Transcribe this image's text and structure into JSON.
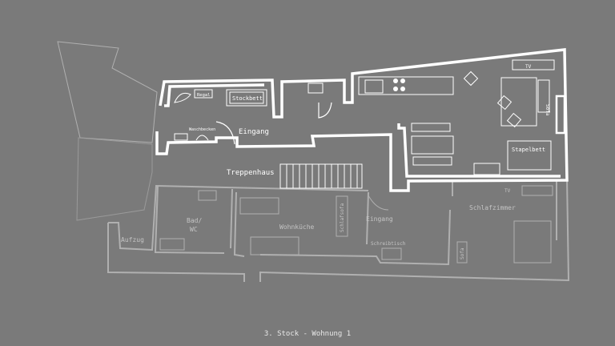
{
  "caption": "3. Stock - Wohnung 1",
  "upper_floor": {
    "labels": {
      "regal": "Regal",
      "stockbett": "Stockbett",
      "waschbecken": "Waschbecken",
      "eingang": "Eingang",
      "treppenhaus": "Treppenhaus",
      "tv": "TV",
      "sofa": "Sofa",
      "stapelbett": "Stapelbett"
    }
  },
  "lower_floor": {
    "labels": {
      "aufzug": "Aufzug",
      "bad_wc": "Bad/\nWC",
      "bad": "Bad/",
      "wc": "WC",
      "wohnkueche": "Wohnküche",
      "schlafsofa": "Schlafsofa",
      "eingang": "Eingang",
      "schreibtisch": "Schreibtisch",
      "schlafzimmer": "Schlafzimmer",
      "tv": "TV",
      "sofa": "Sofa"
    }
  },
  "colors": {
    "background": "#7a7a7a",
    "highlight": "#ffffff",
    "faded": "#b4b4b4"
  }
}
